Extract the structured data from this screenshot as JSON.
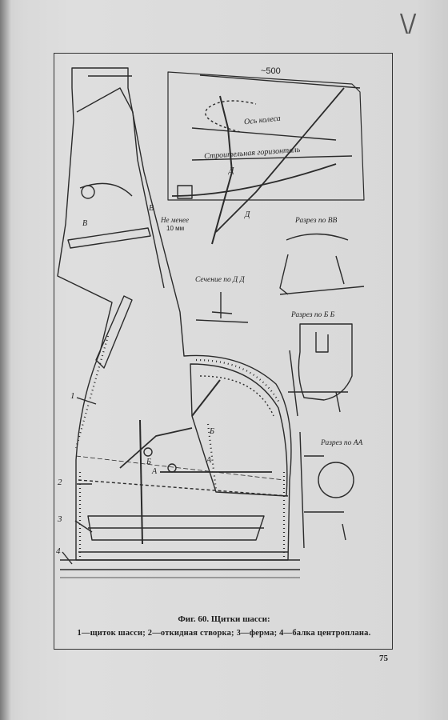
{
  "figure": {
    "dimension_top": "~500",
    "axis_label": "Ось колеса",
    "horizontal_label": "Строительная горизонталь",
    "min_gap_line1": "Не менее",
    "min_gap_line2": "10 мм",
    "section_vv": "Разрез по ВВ",
    "section_dd": "Сечение по Д Д",
    "section_bb": "Разрез по Б Б",
    "section_aa": "Разрез по АА",
    "marker_d": "Д",
    "marker_v": "В",
    "marker_b": "Б",
    "marker_a": "А",
    "callouts": [
      "1",
      "2",
      "3",
      "4"
    ]
  },
  "caption": {
    "title": "Фиг. 60. Щитки шасси:",
    "legend": "1—щиток шасси; 2—откидная створка; 3—ферма; 4—балка центроплана."
  },
  "page_number": "75",
  "corner_mark": "\\/"
}
